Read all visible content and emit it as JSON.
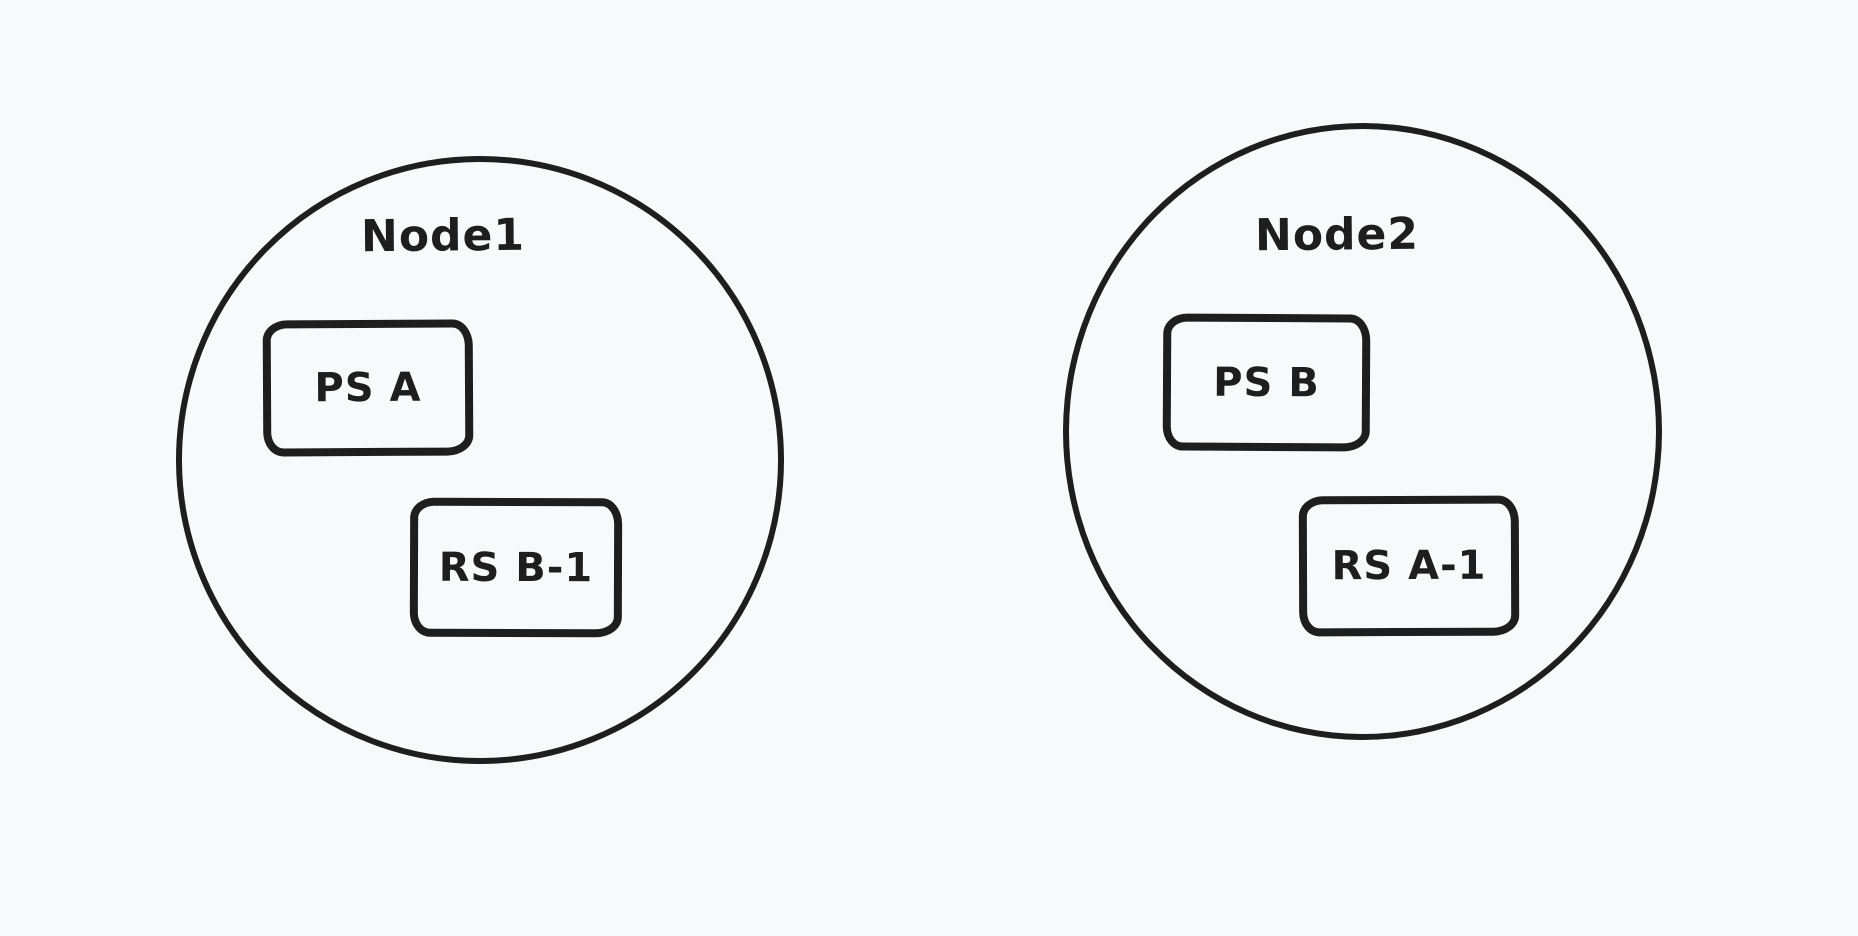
{
  "canvas": {
    "background_color": "#f8f9fa",
    "stroke_color": "#1e1e1e"
  },
  "diagram": {
    "type": "cluster-diagram",
    "nodes": [
      {
        "label": "Node1",
        "shape": "ellipse",
        "children": [
          {
            "label": "PS A",
            "shape": "rounded-rectangle"
          },
          {
            "label": "RS B-1",
            "shape": "rounded-rectangle"
          }
        ]
      },
      {
        "label": "Node2",
        "shape": "ellipse",
        "children": [
          {
            "label": "PS B",
            "shape": "rounded-rectangle"
          },
          {
            "label": "RS A-1",
            "shape": "rounded-rectangle"
          }
        ]
      }
    ]
  }
}
